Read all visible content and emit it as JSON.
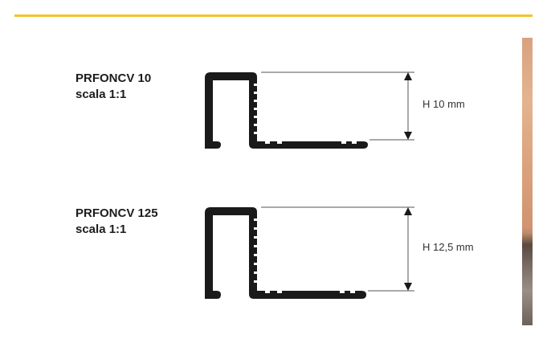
{
  "colors": {
    "accent_rule": "#f2c42c",
    "profile_fill": "#1a1a1a",
    "dimension_line": "#555555"
  },
  "profiles": [
    {
      "name": "PRFONCV 10",
      "scale": "scala 1:1",
      "height_label": "H 10 mm"
    },
    {
      "name": "PRFONCV 125",
      "scale": "scala 1:1",
      "height_label": "H 12,5 mm"
    }
  ],
  "photo_strip": {
    "description_icon": "tile-photo"
  }
}
